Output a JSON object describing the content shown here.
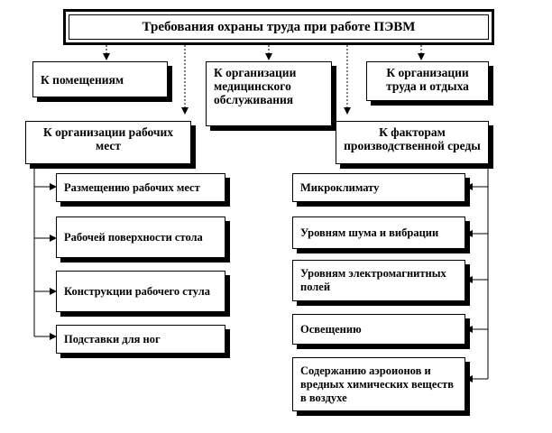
{
  "title": "Требования охраны труда при работе ПЭВМ",
  "categories": {
    "premises": "К помещениям",
    "medical": "К организации медицинского обслуживания",
    "work_rest": "К организации труда и отдыха",
    "workplaces": "К организации рабочих мест",
    "factors": "К факторам производственной среды"
  },
  "workplace_items": [
    "Размещению рабочих мест",
    "Рабочей поверхности стола",
    "Конструкции рабочего стула",
    "Подставки для ног"
  ],
  "factor_items": [
    "Микроклимату",
    "Уровням шума и вибрации",
    "Уровням электромагнитных полей",
    "Освещению",
    "Содержанию аэроионов и вредных химических веществ в воздухе"
  ]
}
